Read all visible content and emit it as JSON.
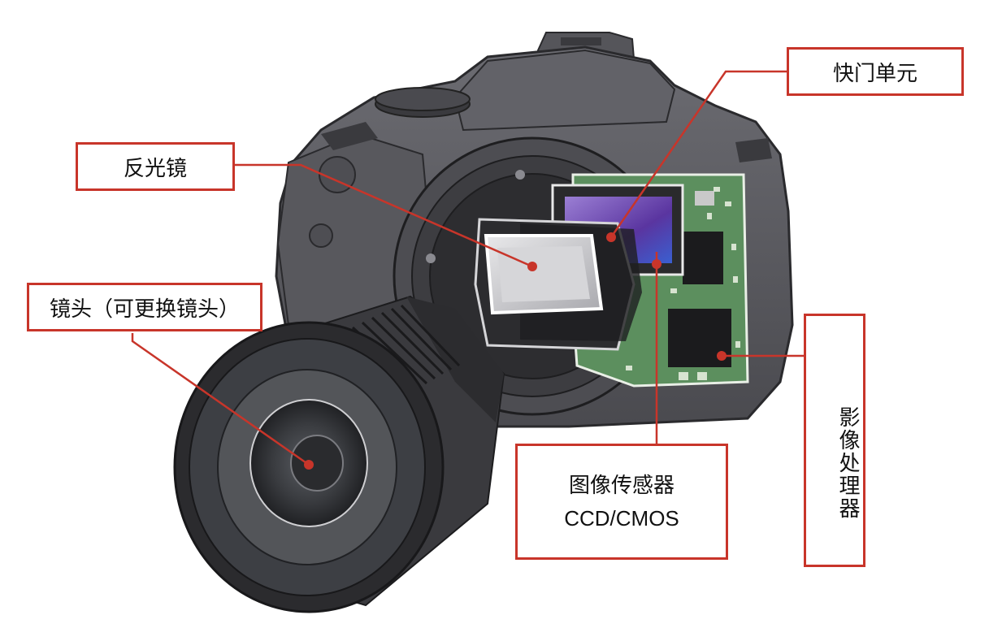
{
  "labels": {
    "lens": "镜头（可更换镜头）",
    "mirror": "反光镜",
    "shutter": "快门单元",
    "sensor_title": "图像传感器",
    "sensor_subtitle": "CCD/CMOS",
    "image_processor": "影像处理器"
  },
  "colors": {
    "callout": "#c8352a",
    "camera_body": "#5a5a5f",
    "camera_dark": "#2b2b2e",
    "circuit_board": "#5c8f5e",
    "sensor": "#6a3fa0"
  }
}
